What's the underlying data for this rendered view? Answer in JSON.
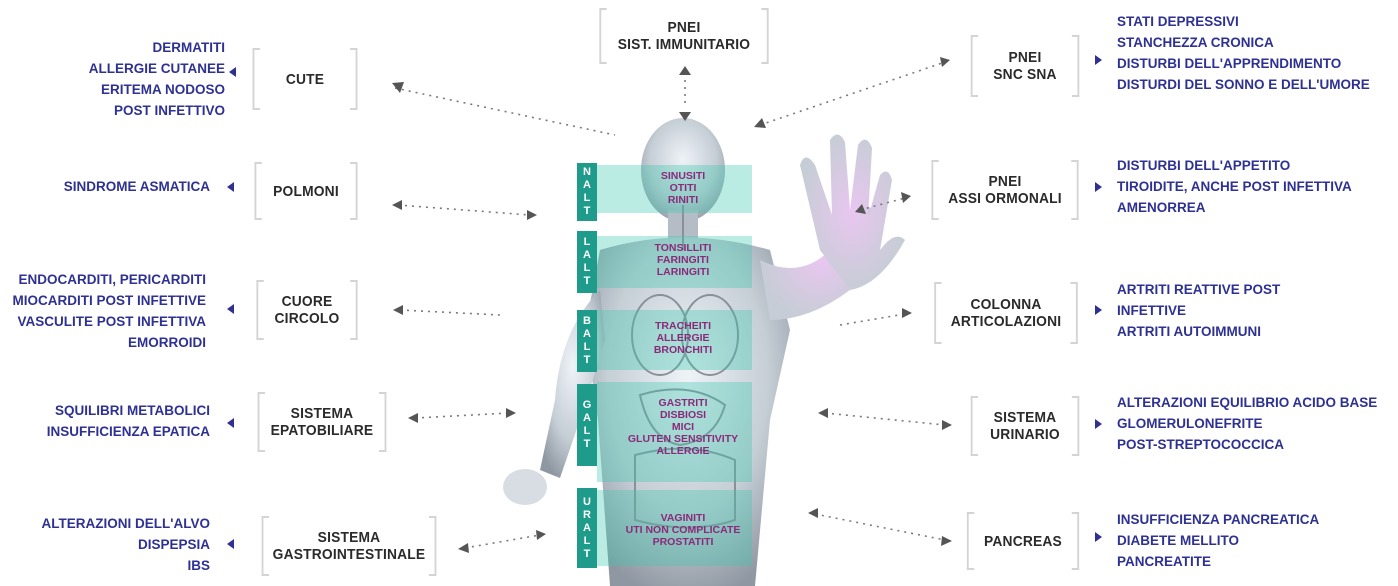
{
  "colors": {
    "list_text": "#2e3192",
    "tag_bg": "#1f9b8b",
    "organ_text": "#8b2a7a",
    "box_text": "#2a2a2a"
  },
  "center_tags": {
    "nalt": [
      "N",
      "A",
      "L",
      "T"
    ],
    "lalt": [
      "L",
      "A",
      "L",
      "T"
    ],
    "balt": [
      "B",
      "A",
      "L",
      "T"
    ],
    "galt": [
      "G",
      "A",
      "L",
      "T"
    ],
    "uralt": [
      "U",
      "R",
      "A",
      "L",
      "T"
    ]
  },
  "organ_labels": {
    "nalt": [
      "SINUSITI",
      "OTITI",
      "RINITI"
    ],
    "lalt": [
      "TONSILLITI",
      "FARINGITI",
      "LARINGITI"
    ],
    "balt": [
      "TRACHEITI",
      "ALLERGIE",
      "BRONCHITI"
    ],
    "galt": [
      "GASTRITI",
      "DISBIOSI",
      "MICI",
      "GLUTEN SENSITIVITY",
      "ALLERGIE"
    ],
    "uralt": [
      "VAGINITI",
      "UTI NON COMPLICATE",
      "PROSTATITI"
    ]
  },
  "boxes": {
    "top": [
      "PNEI",
      "SIST. IMMUNITARIO"
    ],
    "cute": [
      "CUTE"
    ],
    "polmoni": [
      "POLMONI"
    ],
    "cuore": [
      "CUORE",
      "CIRCOLO"
    ],
    "epatobiliare": [
      "SISTEMA",
      "EPATOBILIARE"
    ],
    "gastro": [
      "SISTEMA",
      "GASTROINTESTINALE"
    ],
    "snc": [
      "PNEI",
      "SNC SNA"
    ],
    "assi": [
      "PNEI",
      "ASSI ORMONALI"
    ],
    "colonna": [
      "COLONNA",
      "ARTICOLAZIONI"
    ],
    "urinario": [
      "SISTEMA",
      "URINARIO"
    ],
    "pancreas": [
      "PANCREAS"
    ]
  },
  "lists": {
    "cute": [
      "DERMATITI",
      "ALLERGIE CUTANEE",
      "ERITEMA NODOSO",
      "POST INFETTIVO"
    ],
    "polmoni": [
      "SINDROME ASMATICA"
    ],
    "cuore": [
      "ENDOCARDITI, PERICARDITI",
      "MIOCARDITI POST INFETTIVE",
      "VASCULITE POST INFETTIVA",
      "EMORROIDI"
    ],
    "epatobiliare": [
      "SQUILIBRI METABOLICI",
      "INSUFFICIENZA EPATICA"
    ],
    "gastro": [
      "ALTERAZIONI DELL'ALVO",
      "DISPEPSIA",
      "IBS"
    ],
    "snc": [
      "STATI DEPRESSIVI",
      "STANCHEZZA CRONICA",
      "DISTURBI DELL'APPRENDIMENTO",
      "DISTURDI DEL SONNO E DELL'UMORE"
    ],
    "assi": [
      "DISTURBI DELL'APPETITO",
      "TIROIDITE, ANCHE POST INFETTIVA",
      "AMENORREA"
    ],
    "colonna": [
      "ARTRITI REATTIVE POST",
      "INFETTIVE",
      "ARTRITI AUTOIMMUNI"
    ],
    "urinario": [
      "ALTERAZIONI EQUILIBRIO ACIDO BASE",
      "GLOMERULONEFRITE",
      "POST-STREPTOCOCCICA"
    ],
    "pancreas": [
      "INSUFFICIENZA PANCREATICA",
      "DIABETE MELLITO",
      "PANCREATITE"
    ]
  }
}
